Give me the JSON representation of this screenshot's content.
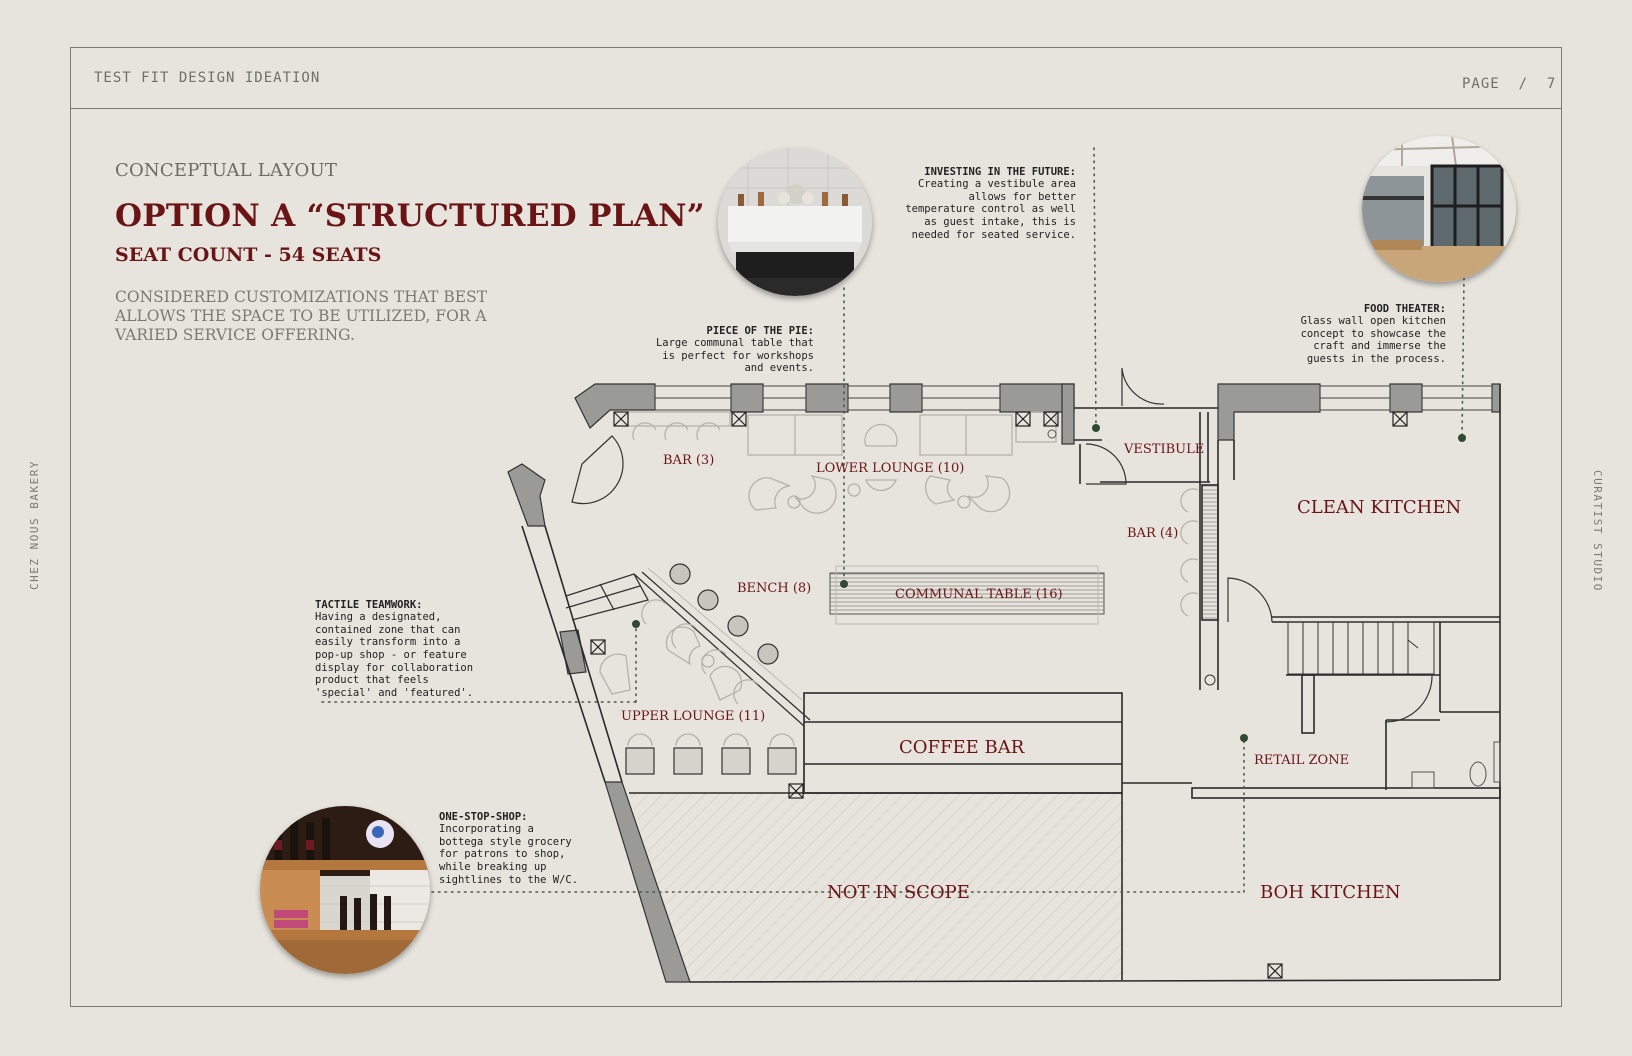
{
  "header": {
    "left": "TEST FIT DESIGN IDEATION",
    "page": "PAGE  /  7"
  },
  "side": {
    "left": "CHEZ NOUS BAKERY",
    "right": "CURATIST STUDIO"
  },
  "title": {
    "sub": "CONCEPTUAL LAYOUT",
    "main": "OPTION A “STRUCTURED PLAN”",
    "seats": "SEAT COUNT - 54 SEATS",
    "description": "CONSIDERED CUSTOMIZATIONS THAT BEST ALLOWS THE SPACE TO BE UTILIZED, FOR A VARIED SERVICE OFFERING."
  },
  "notes": {
    "future": {
      "heading": "INVESTING IN THE FUTURE:",
      "body": "Creating a vestibule area\nallows for better\ntemperature control as well\nas guest intake, this is\nneeded for seated service."
    },
    "pie": {
      "heading": "PIECE OF THE PIE:",
      "body": "Large communal table that\nis perfect for workshops\nand events."
    },
    "theater": {
      "heading": "FOOD THEATER:",
      "body": "Glass wall open kitchen\nconcept to showcase the\ncraft and immerse the\nguests in the process."
    },
    "tactile": {
      "heading": "TACTILE TEAMWORK:",
      "body": "Having a designated,\ncontained zone that can\neasily transform into a\npop-up shop - or feature\ndisplay for collaboration\nproduct that feels\n'special' and 'featured'."
    },
    "shop": {
      "heading": "ONE-STOP-SHOP:",
      "body": "Incorporating a\nbottega style grocery\nfor patrons to shop,\nwhile breaking up\nsightlines to the W/C."
    }
  },
  "plan": {
    "bar3": "BAR (3)",
    "lower_lounge": "LOWER LOUNGE (10)",
    "vestibule": "VESTIBULE",
    "clean_kitchen": "CLEAN KITCHEN",
    "bar4": "BAR (4)",
    "bench": "BENCH (8)",
    "communal": "COMMUNAL TABLE (16)",
    "upper_lounge": "UPPER LOUNGE (11)",
    "coffee_bar": "COFFEE BAR",
    "retail": "RETAIL ZONE",
    "not_in_scope": "NOT IN SCOPE",
    "boh": "BOH KITCHEN"
  },
  "colors": {
    "accent": "#6b1416",
    "background": "#e7e4dd",
    "wall": "#9a9a96",
    "dot": "#2f4a32"
  }
}
